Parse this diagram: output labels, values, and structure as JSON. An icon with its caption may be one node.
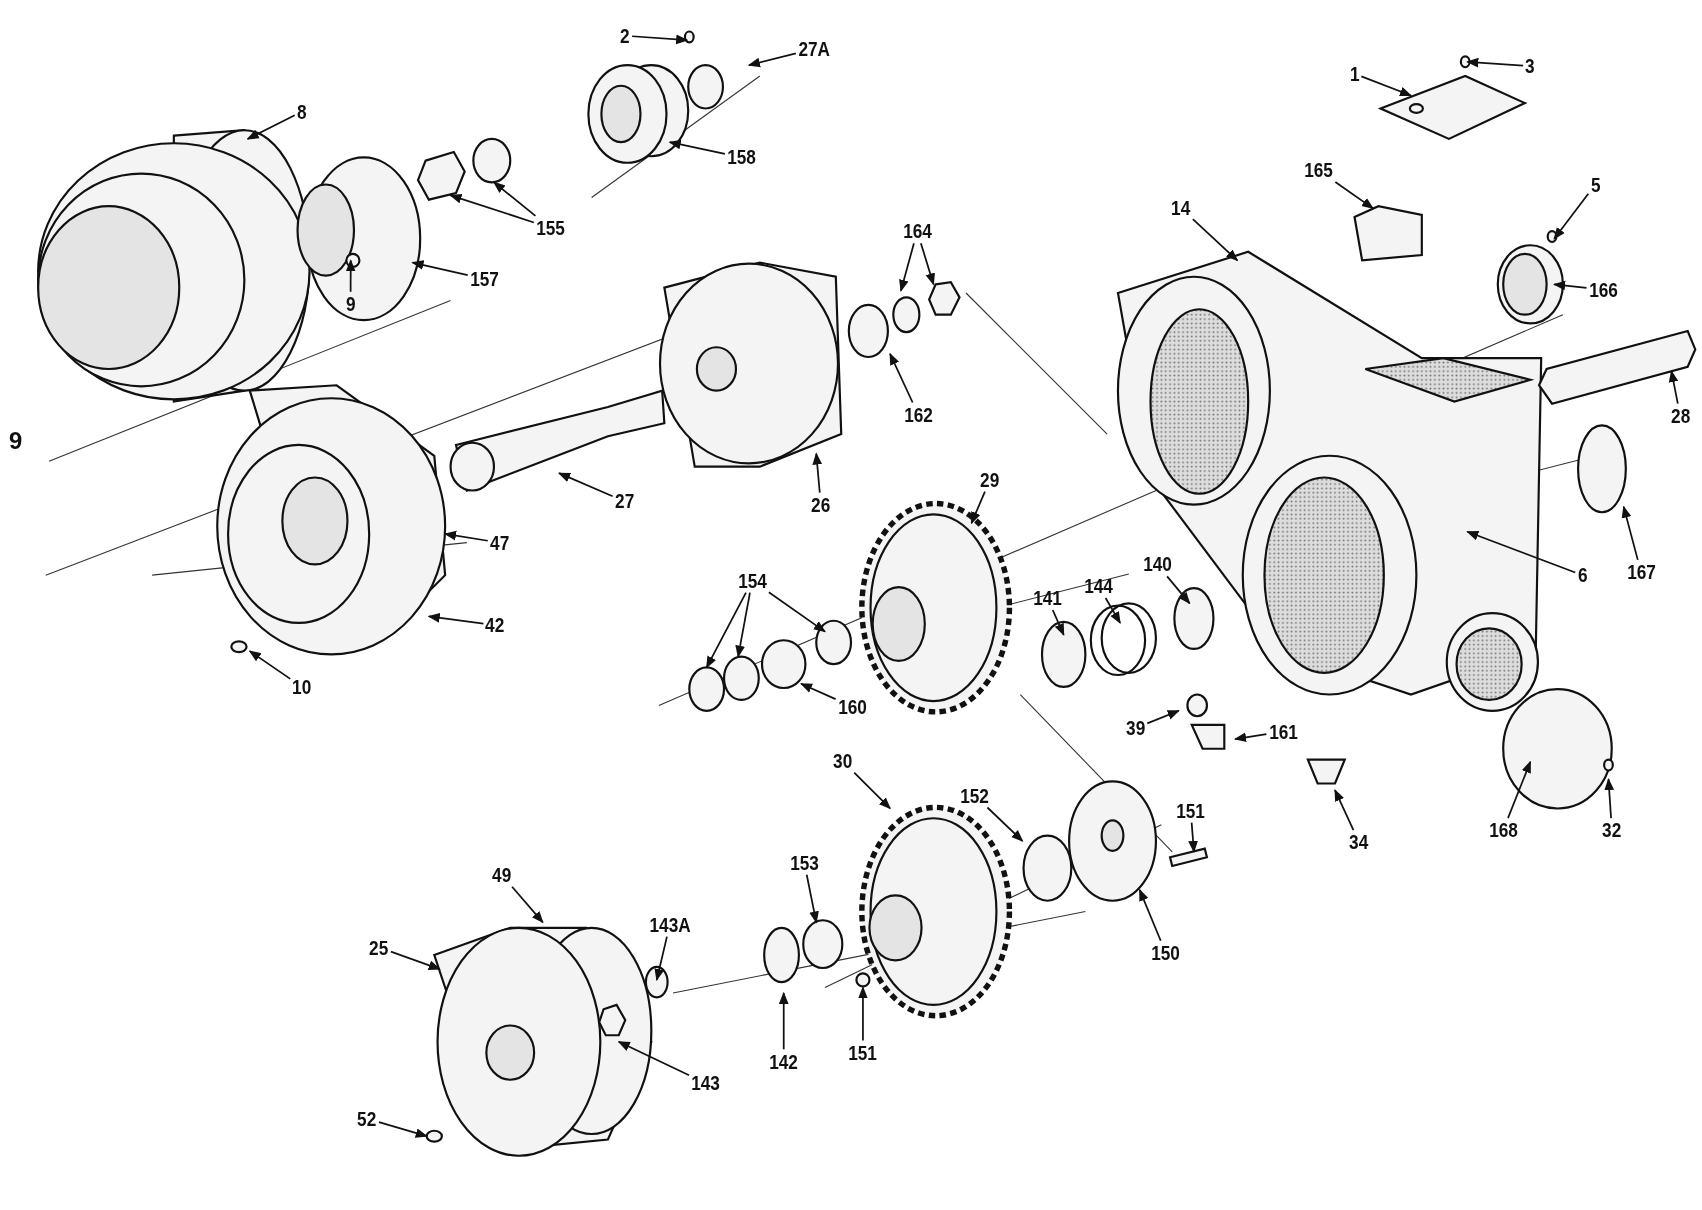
{
  "diagram": {
    "nodes": [
      {
        "text": [
          "2"
        ]
      },
      {
        "text": [
          "27A"
        ]
      },
      {
        "text": [
          "3"
        ]
      },
      {
        "text": [
          "1"
        ]
      },
      {
        "text": [
          "8"
        ]
      },
      {
        "text": [
          "158"
        ]
      },
      {
        "text": [
          "165"
        ]
      },
      {
        "text": [
          "5"
        ]
      },
      {
        "text": [
          "155"
        ]
      },
      {
        "text": [
          "14"
        ]
      },
      {
        "text": [
          "164"
        ]
      },
      {
        "text": [
          "157"
        ]
      },
      {
        "text": [
          "166"
        ]
      },
      {
        "text": [
          "9"
        ]
      },
      {
        "text": [
          "162"
        ]
      },
      {
        "text": [
          "28"
        ]
      },
      {
        "text": [
          "29"
        ]
      },
      {
        "text": [
          "27"
        ]
      },
      {
        "text": [
          "26"
        ]
      },
      {
        "text": [
          "47"
        ]
      },
      {
        "text": [
          "140"
        ]
      },
      {
        "text": [
          "167"
        ]
      },
      {
        "text": [
          "6"
        ]
      },
      {
        "text": [
          "154"
        ]
      },
      {
        "text": [
          "144"
        ]
      },
      {
        "text": [
          "141"
        ]
      },
      {
        "text": [
          "42"
        ]
      },
      {
        "text": [
          "10"
        ]
      },
      {
        "text": [
          "160"
        ]
      },
      {
        "text": [
          "39"
        ]
      },
      {
        "text": [
          "161"
        ]
      },
      {
        "text": [
          "30"
        ]
      },
      {
        "text": [
          "152"
        ]
      },
      {
        "text": [
          "151"
        ]
      },
      {
        "text": [
          "34"
        ]
      },
      {
        "text": [
          "168"
        ]
      },
      {
        "text": [
          "32"
        ]
      },
      {
        "text": [
          "153"
        ]
      },
      {
        "text": [
          "49"
        ]
      },
      {
        "text": [
          "143A"
        ]
      },
      {
        "text": [
          "25"
        ]
      },
      {
        "text": [
          "150"
        ]
      },
      {
        "text": [
          "151"
        ]
      },
      {
        "text": [
          "142"
        ]
      },
      {
        "text": [
          "143"
        ]
      },
      {
        "text": [
          "52"
        ]
      }
    ],
    "edges": [
      {
        "from": 0,
        "to": null,
        "arrow": "to"
      },
      {
        "from": 1,
        "to": null,
        "arrow": "to"
      },
      {
        "from": 2,
        "to": null,
        "arrow": "to"
      },
      {
        "from": 3,
        "to": null,
        "arrow": "to"
      },
      {
        "from": 4,
        "to": null,
        "arrow": "to"
      },
      {
        "from": 5,
        "to": null,
        "arrow": "to"
      },
      {
        "from": 6,
        "to": null,
        "arrow": "to"
      },
      {
        "from": 7,
        "to": null,
        "arrow": "to"
      },
      {
        "from": 8,
        "to": null,
        "arrow": "to"
      },
      {
        "from": 8,
        "to": null,
        "arrow": "to"
      },
      {
        "from": 9,
        "to": null,
        "arrow": "to"
      },
      {
        "from": 10,
        "to": null,
        "arrow": "to"
      },
      {
        "from": 10,
        "to": null,
        "arrow": "to"
      },
      {
        "from": 11,
        "to": null,
        "arrow": "to"
      },
      {
        "from": 12,
        "to": null,
        "arrow": "to"
      },
      {
        "from": 13,
        "to": null,
        "arrow": "to"
      },
      {
        "from": 14,
        "to": null,
        "arrow": "to"
      },
      {
        "from": 15,
        "to": null,
        "arrow": "to"
      },
      {
        "from": 16,
        "to": null,
        "arrow": "to"
      },
      {
        "from": 17,
        "to": null,
        "arrow": "to"
      },
      {
        "from": 18,
        "to": null,
        "arrow": "to"
      },
      {
        "from": 19,
        "to": null,
        "arrow": "to"
      },
      {
        "from": 20,
        "to": null,
        "arrow": "to"
      },
      {
        "from": 21,
        "to": null,
        "arrow": "to"
      },
      {
        "from": 22,
        "to": null,
        "arrow": "to"
      },
      {
        "from": 23,
        "to": null,
        "arrow": "to"
      },
      {
        "from": 23,
        "to": null,
        "arrow": "to"
      },
      {
        "from": 23,
        "to": null,
        "arrow": "to"
      },
      {
        "from": 24,
        "to": null,
        "arrow": "to"
      },
      {
        "from": 25,
        "to": null,
        "arrow": "to"
      },
      {
        "from": 26,
        "to": null,
        "arrow": "to"
      },
      {
        "from": 27,
        "to": null,
        "arrow": "to"
      },
      {
        "from": 28,
        "to": null,
        "arrow": "to"
      },
      {
        "from": 29,
        "to": null,
        "arrow": "to"
      },
      {
        "from": 30,
        "to": null,
        "arrow": "to"
      },
      {
        "from": 31,
        "to": null,
        "arrow": "to"
      },
      {
        "from": 32,
        "to": null,
        "arrow": "to"
      },
      {
        "from": 33,
        "to": null,
        "arrow": "to"
      },
      {
        "from": 34,
        "to": null,
        "arrow": "to"
      },
      {
        "from": 35,
        "to": null,
        "arrow": "to"
      },
      {
        "from": 36,
        "to": null,
        "arrow": "to"
      },
      {
        "from": 37,
        "to": null,
        "arrow": "to"
      },
      {
        "from": 38,
        "to": null,
        "arrow": "to"
      },
      {
        "from": 39,
        "to": null,
        "arrow": "to"
      },
      {
        "from": 40,
        "to": null,
        "arrow": "to"
      },
      {
        "from": 41,
        "to": null,
        "arrow": "to"
      },
      {
        "from": 42,
        "to": null,
        "arrow": "to"
      },
      {
        "from": 43,
        "to": null,
        "arrow": "to"
      },
      {
        "from": 44,
        "to": null,
        "arrow": "to"
      },
      {
        "from": 45,
        "to": null,
        "arrow": "to"
      }
    ],
    "labels": [
      "6"
    ]
  }
}
